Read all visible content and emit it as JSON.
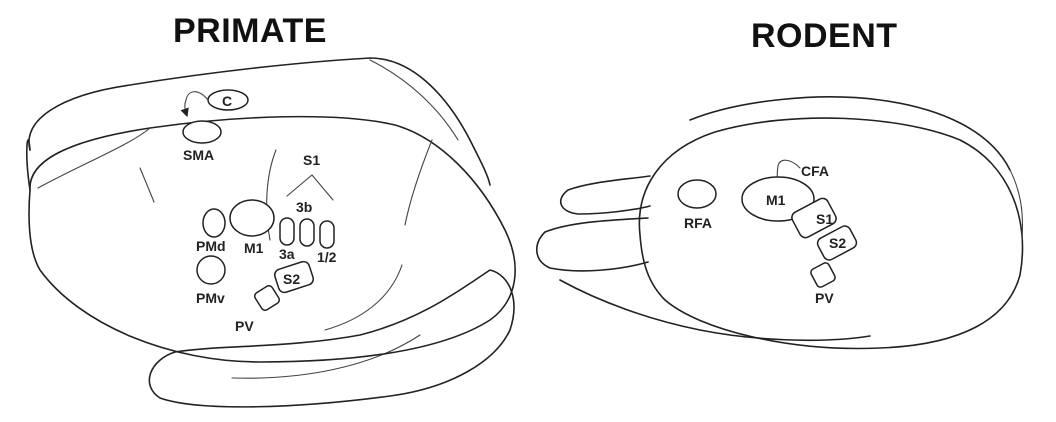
{
  "titles": {
    "primate": "PRIMATE",
    "rodent": "RODENT"
  },
  "primate_labels": {
    "c": "C",
    "sma": "SMA",
    "s1": "S1",
    "b3": "3b",
    "pmd": "PMd",
    "m1": "M1",
    "a3": "3a",
    "area12": "1/2",
    "pmv": "PMv",
    "s2": "S2",
    "pv": "PV"
  },
  "rodent_labels": {
    "cfa": "CFA",
    "rfa": "RFA",
    "m1": "M1",
    "s1": "S1",
    "s2": "S2",
    "pv": "PV"
  }
}
